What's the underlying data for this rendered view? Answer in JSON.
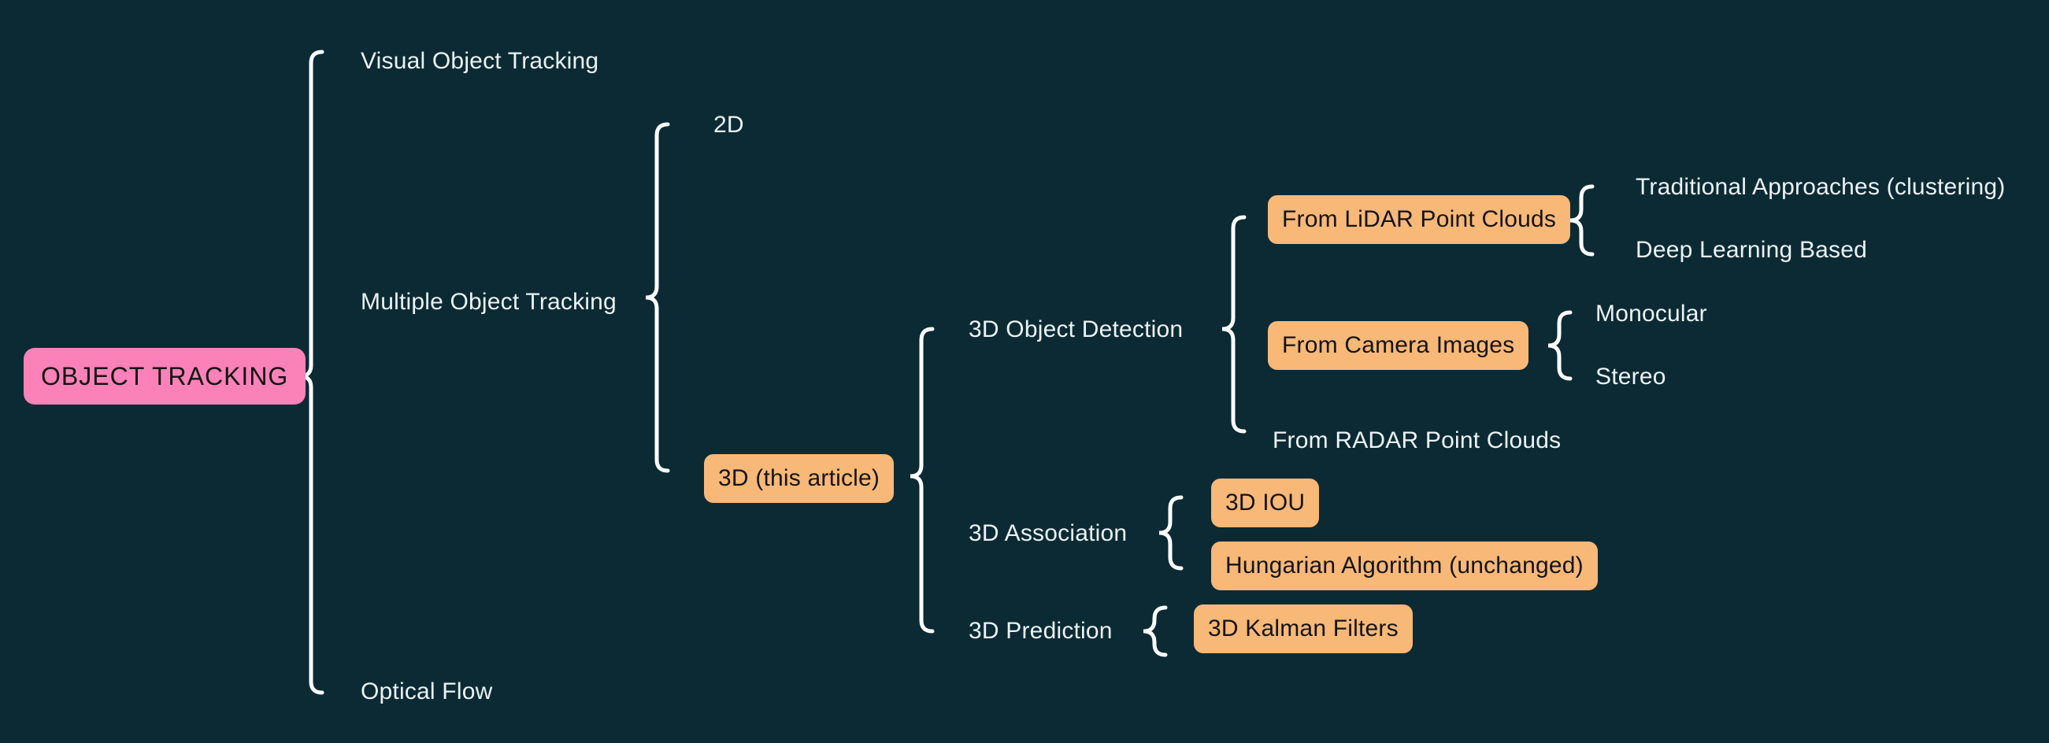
{
  "diagram": {
    "title": "Object Tracking taxonomy mind map",
    "background_color": "#0b2a34",
    "root_color": "#fb82b8",
    "highlight_color": "#f8b878",
    "line_color": "#ffffff",
    "text_color": "#ecf3f5",
    "root": {
      "label": "OBJECT TRACKING"
    },
    "level1": [
      {
        "label": "Visual Object Tracking"
      },
      {
        "label": "Multiple Object Tracking"
      },
      {
        "label": "Optical Flow"
      }
    ],
    "level2": [
      {
        "label": "2D"
      },
      {
        "label": "3D (this article)"
      }
    ],
    "level3": [
      {
        "label": "3D Object Detection"
      },
      {
        "label": "3D Association"
      },
      {
        "label": "3D Prediction"
      }
    ],
    "detection_children": [
      {
        "label": "From LiDAR Point Clouds"
      },
      {
        "label": "From Camera Images"
      },
      {
        "label": "From RADAR Point Clouds"
      }
    ],
    "lidar_children": [
      {
        "label": "Traditional Approaches (clustering)"
      },
      {
        "label": "Deep Learning Based"
      }
    ],
    "camera_children": [
      {
        "label": "Monocular"
      },
      {
        "label": "Stereo"
      }
    ],
    "association_children": [
      {
        "label": "3D IOU"
      },
      {
        "label": "Hungarian Algorithm (unchanged)"
      }
    ],
    "prediction_children": [
      {
        "label": "3D Kalman Filters"
      }
    ]
  }
}
